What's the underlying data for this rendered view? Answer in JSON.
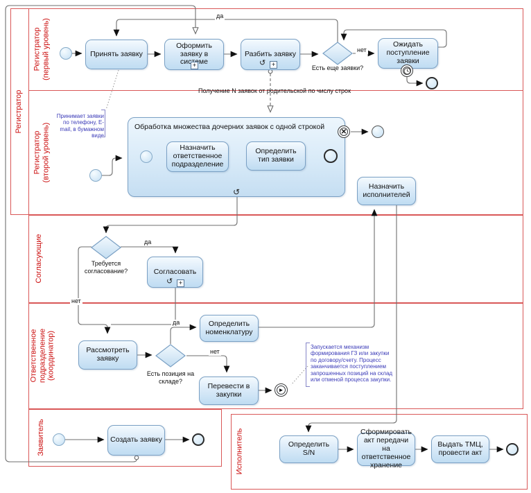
{
  "lanes": {
    "pool_registrar": "Регистратор",
    "registrar_l1": "Регистратор (первый уровень)",
    "registrar_l2": "Регистратор (второй уровень)",
    "approvers": "Согласующие",
    "responsible": "Ответственное подразделение (координатор)",
    "requester": "Заявитель",
    "executor": "Исполнитель"
  },
  "tasks": {
    "accept": "Принять заявку",
    "register": "Оформить заявку в системе",
    "split": "Разбить заявку",
    "wait": "Ожидать поступление заявки",
    "assign_dept": "Назначить ответственное подразделение",
    "define_type": "Определить тип заявки",
    "assign_executors": "Назначить исполнителей",
    "approve": "Согласовать",
    "review": "Рассмотреть заявку",
    "define_nomenclature": "Определить номенклатуру",
    "to_procurement": "Перевести в закупки",
    "create_request": "Создать заявку",
    "define_sn": "Определить S/N",
    "form_act": "Сформировать акт передачи на ответственное хранение",
    "issue_tmc": "Выдать ТМЦ, провести акт"
  },
  "subprocess": {
    "title": "Обработка множества дочерних заявок с одной строкой"
  },
  "gateways": {
    "more_requests": "Есть еще заявки?",
    "need_approval": "Требуется согласование?",
    "in_stock": "Есть позиция на складе?"
  },
  "edges": {
    "yes1": "да",
    "no1": "нет",
    "yes2": "да",
    "no2": "нет",
    "yes3": "да",
    "no3": "нет",
    "message": "Получение N заявок от родительской по числу строк"
  },
  "annotations": {
    "intake": "Принимает заявки по телефону, E-mail, в бумажном виде",
    "procurement": "Запускается механизм формирования ГЗ или закупки по договору/счету. Процесс заканчивается поступлением запрошенных позиций на склад или отменой процесса закупки."
  },
  "icons": {
    "loop": "↺",
    "plus": "+",
    "cancel": "✕",
    "link": "►"
  },
  "colors": {
    "lane_border": "#d95757",
    "lane_label": "#cc1111",
    "node_border": "#7aa0c4",
    "annotation": "#3b3bb8"
  }
}
